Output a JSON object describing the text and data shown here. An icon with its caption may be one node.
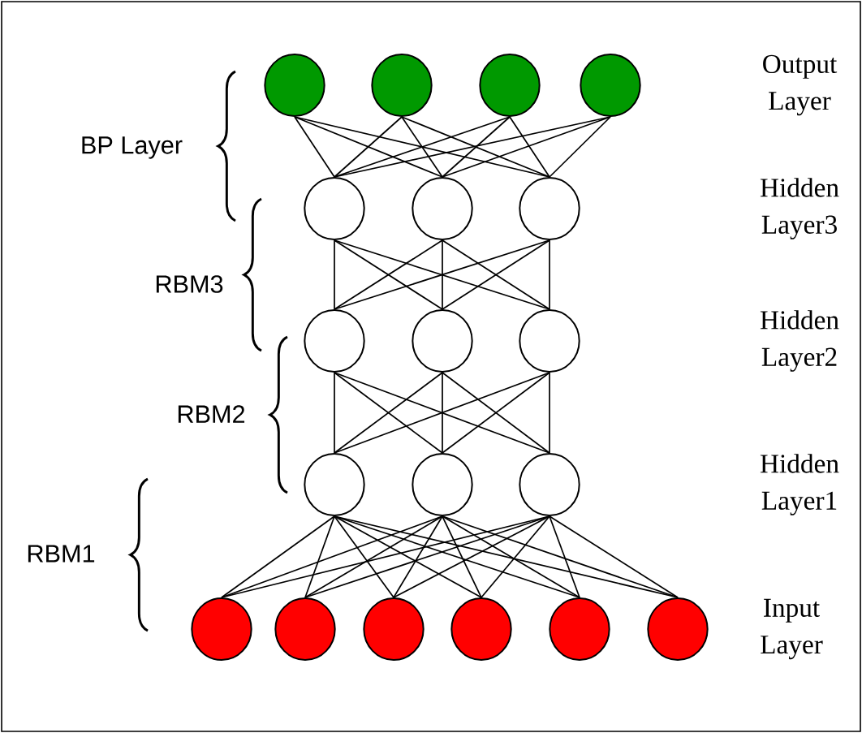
{
  "diagram": {
    "nodes": [
      {
        "text": [],
        "shape": "circle"
      },
      {
        "text": [],
        "shape": "circle"
      },
      {
        "text": [],
        "shape": "circle"
      },
      {
        "text": [],
        "shape": "circle"
      },
      {
        "text": [],
        "shape": "circle"
      },
      {
        "text": [],
        "shape": "circle"
      },
      {
        "text": [],
        "shape": "circle"
      },
      {
        "text": [],
        "shape": "circle"
      },
      {
        "text": [],
        "shape": "circle"
      },
      {
        "text": [],
        "shape": "circle"
      },
      {
        "text": [],
        "shape": "circle"
      },
      {
        "text": [],
        "shape": "circle"
      },
      {
        "text": [],
        "shape": "circle"
      },
      {
        "text": [],
        "shape": "circle"
      },
      {
        "text": [],
        "shape": "circle"
      },
      {
        "text": [],
        "shape": "circle"
      },
      {
        "text": [],
        "shape": "circle"
      },
      {
        "text": [],
        "shape": "circle"
      },
      {
        "text": [],
        "shape": "circle"
      }
    ],
    "edges": [
      {
        "from": 0,
        "to": 4,
        "arrow": "none"
      },
      {
        "from": 0,
        "to": 5,
        "arrow": "none"
      },
      {
        "from": 0,
        "to": 6,
        "arrow": "none"
      },
      {
        "from": 1,
        "to": 4,
        "arrow": "none"
      },
      {
        "from": 1,
        "to": 5,
        "arrow": "none"
      },
      {
        "from": 1,
        "to": 6,
        "arrow": "none"
      },
      {
        "from": 2,
        "to": 4,
        "arrow": "none"
      },
      {
        "from": 2,
        "to": 5,
        "arrow": "none"
      },
      {
        "from": 2,
        "to": 6,
        "arrow": "none"
      },
      {
        "from": 3,
        "to": 4,
        "arrow": "none"
      },
      {
        "from": 3,
        "to": 5,
        "arrow": "none"
      },
      {
        "from": 3,
        "to": 6,
        "arrow": "none"
      },
      {
        "from": 4,
        "to": 7,
        "arrow": "none"
      },
      {
        "from": 4,
        "to": 8,
        "arrow": "none"
      },
      {
        "from": 4,
        "to": 9,
        "arrow": "none"
      },
      {
        "from": 5,
        "to": 7,
        "arrow": "none"
      },
      {
        "from": 5,
        "to": 8,
        "arrow": "none"
      },
      {
        "from": 5,
        "to": 9,
        "arrow": "none"
      },
      {
        "from": 6,
        "to": 7,
        "arrow": "none"
      },
      {
        "from": 6,
        "to": 8,
        "arrow": "none"
      },
      {
        "from": 6,
        "to": 9,
        "arrow": "none"
      },
      {
        "from": 7,
        "to": 10,
        "arrow": "none"
      },
      {
        "from": 7,
        "to": 11,
        "arrow": "none"
      },
      {
        "from": 7,
        "to": 12,
        "arrow": "none"
      },
      {
        "from": 8,
        "to": 10,
        "arrow": "none"
      },
      {
        "from": 8,
        "to": 11,
        "arrow": "none"
      },
      {
        "from": 8,
        "to": 12,
        "arrow": "none"
      },
      {
        "from": 9,
        "to": 10,
        "arrow": "none"
      },
      {
        "from": 9,
        "to": 11,
        "arrow": "none"
      },
      {
        "from": 9,
        "to": 12,
        "arrow": "none"
      },
      {
        "from": 10,
        "to": 13,
        "arrow": "none"
      },
      {
        "from": 10,
        "to": 14,
        "arrow": "none"
      },
      {
        "from": 10,
        "to": 15,
        "arrow": "none"
      },
      {
        "from": 10,
        "to": 16,
        "arrow": "none"
      },
      {
        "from": 10,
        "to": 17,
        "arrow": "none"
      },
      {
        "from": 10,
        "to": 18,
        "arrow": "none"
      },
      {
        "from": 11,
        "to": 13,
        "arrow": "none"
      },
      {
        "from": 11,
        "to": 14,
        "arrow": "none"
      },
      {
        "from": 11,
        "to": 15,
        "arrow": "none"
      },
      {
        "from": 11,
        "to": 16,
        "arrow": "none"
      },
      {
        "from": 11,
        "to": 17,
        "arrow": "none"
      },
      {
        "from": 11,
        "to": 18,
        "arrow": "none"
      },
      {
        "from": 12,
        "to": 13,
        "arrow": "none"
      },
      {
        "from": 12,
        "to": 14,
        "arrow": "none"
      },
      {
        "from": 12,
        "to": 15,
        "arrow": "none"
      },
      {
        "from": 12,
        "to": 16,
        "arrow": "none"
      },
      {
        "from": 12,
        "to": 17,
        "arrow": "none"
      },
      {
        "from": 12,
        "to": 18,
        "arrow": "none"
      }
    ],
    "labels": [
      "Output Layer",
      "BP Layer",
      "Hidden Layer3",
      "RBM3",
      "Hidden Layer2",
      "RBM2",
      "Hidden Layer1",
      "RBM1",
      "Input Layer"
    ]
  }
}
